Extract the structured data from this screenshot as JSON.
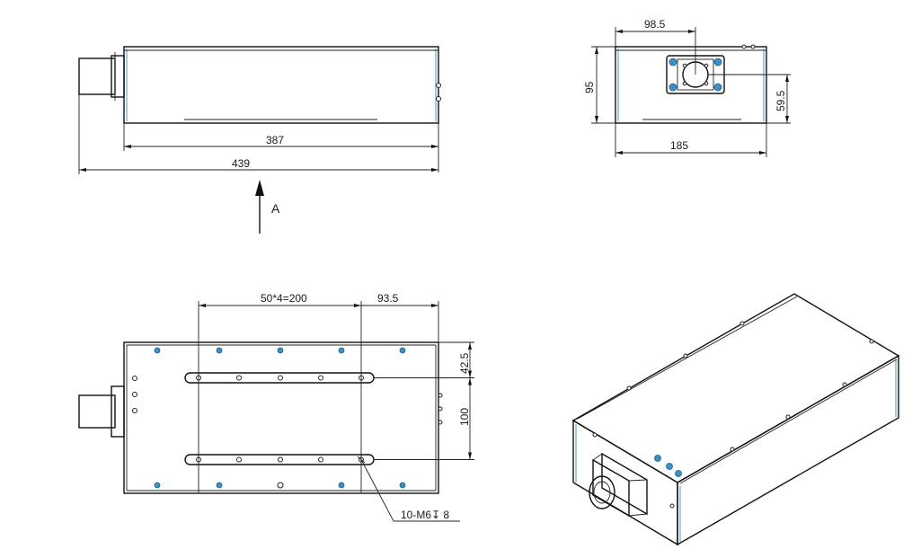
{
  "side_view": {
    "dim_body_length": "387",
    "dim_total_length": "439",
    "view_arrow_label": "A"
  },
  "end_view": {
    "dim_connector_offset": "98.5",
    "dim_height": "95",
    "dim_connector_height": "59.5",
    "dim_width": "185"
  },
  "bottom_view": {
    "dim_slot_pitch": "50*4=200",
    "dim_slot_end": "93.5",
    "dim_top_offset": "42.5",
    "dim_slot_spacing": "100",
    "hole_callout": "10-M6↧ 8"
  },
  "colors": {
    "line": "#111111",
    "edge_highlight": "#6aa6c8",
    "mount_hole": "#3d8fc6"
  }
}
